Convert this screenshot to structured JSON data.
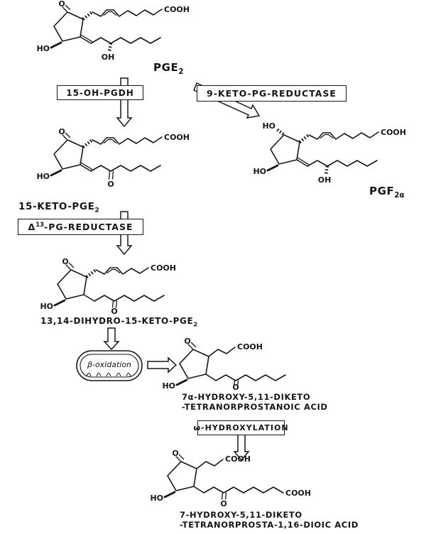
{
  "figure": {
    "background": "#ffffff",
    "ink": "#161616"
  },
  "atoms": {
    "O": "O",
    "HO": "HO",
    "OH": "OH",
    "COOH": "COOH"
  },
  "compounds": {
    "pge2": {
      "name": "PGE",
      "sub": "2"
    },
    "pgf2a": {
      "name": "PGF",
      "sub": "2α"
    },
    "keto15": {
      "name": "15-KETO-PGE",
      "sub": "2"
    },
    "dihydro": {
      "name": "13,14-DIHYDRO-15-KETO-PGE",
      "sub": "2"
    },
    "tetranor_acid": {
      "line1": "7α-HYDROXY-5,11-DIKETO",
      "line2": "-TETRANORPROSTANOIC ACID"
    },
    "dioic_acid": {
      "line1": "7-HYDROXY-5,11-DIKETO",
      "line2": "-TETRANORPROSTA-1,16-DIOIC ACID"
    }
  },
  "enzymes": {
    "pgdh": "15-OH-PGDH",
    "keto_reductase": "9-KETO-PG-REDUCTASE",
    "delta13_prefix": "Δ",
    "delta13_sup": "13",
    "delta13_rest": "-PG-REDUCTASE",
    "beta_oxidation": "β-oxidation",
    "omega_hydroxylation": "ω-HYDROXYLATION"
  }
}
